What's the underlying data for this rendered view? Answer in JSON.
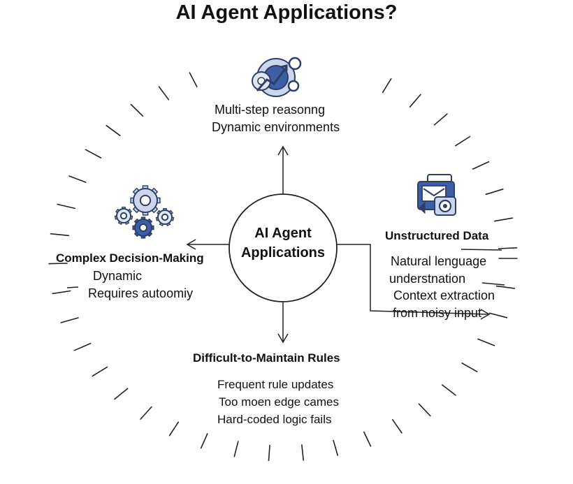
{
  "title": "AI Agent Applications?",
  "center": {
    "line1": "AI Agent",
    "line2": "Applications"
  },
  "top": {
    "icon": "gear-graph-icon",
    "lines": [
      "Multi-step reasonng",
      "Dynamic environments"
    ]
  },
  "right": {
    "icon": "document-camera-icon",
    "heading": "Unstructured Data",
    "lines": [
      "Natural lenguage",
      "understnation",
      "Context extraction",
      "from noisy input"
    ]
  },
  "left": {
    "icon": "gears-icon",
    "heading": "Complex Decision-Making",
    "lines": [
      "Dynamic",
      "Requires autoomiy"
    ]
  },
  "bottom": {
    "heading": "Difficult-to-Maintain Rules",
    "lines": [
      "Frequent rule updates",
      "Too moen edge cames",
      "Hard-coded logic fails"
    ]
  },
  "colors": {
    "accent_blue": "#3d5fa8",
    "dark_navy": "#2e3f63",
    "light_blue": "#c9d6ec",
    "ink": "#111111"
  }
}
